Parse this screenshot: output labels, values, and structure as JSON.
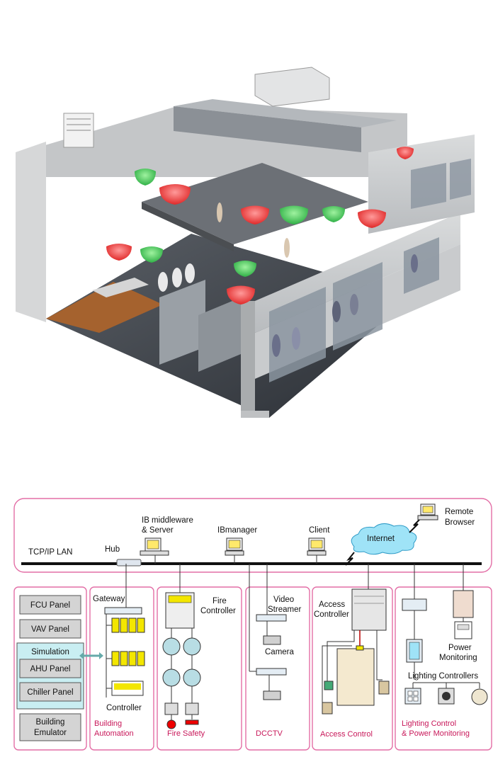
{
  "network": {
    "lan_label": "TCP/IP LAN",
    "hub_label": "Hub",
    "middleware_label": [
      "IB middleware",
      "& Server"
    ],
    "ibmanager_label": "IBmanager",
    "client_label": "Client",
    "internet_label": "Internet",
    "remote_label": [
      "Remote",
      "Browser"
    ]
  },
  "panels": {
    "fcu": "FCU Panel",
    "vav": "VAV Panel",
    "simulation": "Simulation",
    "ahu": "AHU Panel",
    "chiller": "Chiller Panel",
    "emulator": [
      "Building",
      "Emulator"
    ]
  },
  "sections": {
    "building_automation": {
      "title": [
        "Building",
        "Automation"
      ],
      "gateway": "Gateway",
      "controller": "Controller"
    },
    "fire_safety": {
      "title": "Fire Safety",
      "controller": [
        "Fire",
        "Controller"
      ]
    },
    "dcctv": {
      "title": "DCCTV",
      "streamer": [
        "Video",
        "Streamer"
      ],
      "camera": "Camera"
    },
    "access_control": {
      "title": "Access Control",
      "controller": [
        "Access",
        "Controller"
      ]
    },
    "lighting": {
      "title": [
        "Lighting Control",
        "& Power Monitoring"
      ],
      "power": [
        "Power",
        "Monitoring"
      ],
      "controllers": "Lighting Controllers"
    }
  },
  "colors": {
    "frame": "#e36ea6",
    "section_text": "#c8185a",
    "internet": "#9fe3f7",
    "fcu_heat": "#e03a3a",
    "fcu_cool": "#3bb54a",
    "yellow": "#f3e600"
  }
}
